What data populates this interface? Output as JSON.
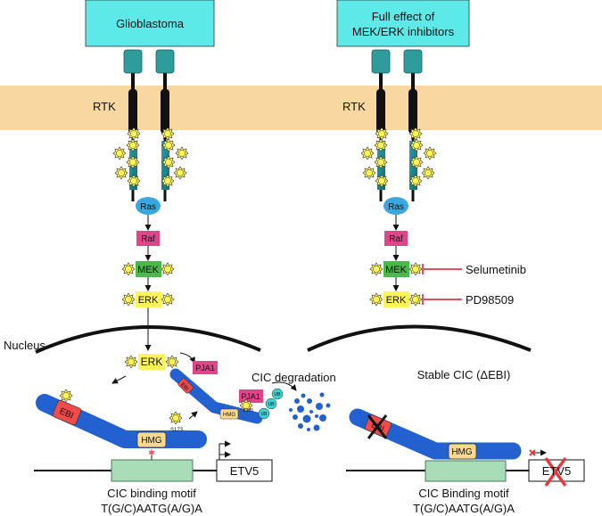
{
  "left_panel": {
    "title": "Glioblastoma",
    "rtk_label": "RTK",
    "phospho_label": "P",
    "ras": "Ras",
    "raf": "Raf",
    "mek": "MEK",
    "erk": "ERK",
    "nucleus_label": "Nucleus",
    "nuclear_erk": "ERK",
    "pja1": "PJA1",
    "ebi": "EBI",
    "hmg": "HMG",
    "site": "S173",
    "ub": "UB",
    "degradation_label": "CIC degradation",
    "gene": "ETV5",
    "motif_label": "CIC binding motif",
    "motif_sequence": "T(G/C)AATG(A/G)A"
  },
  "right_panel": {
    "title_line1": "Full effect of",
    "title_line2": "MEK/ERK inhibitors",
    "rtk_label": "RTK",
    "ras": "Ras",
    "raf": "Raf",
    "mek": "MEK",
    "erk": "ERK",
    "mek_inhibitor": "Selumetinib",
    "erk_inhibitor": "PD98509",
    "stable_label": "Stable CIC (ΔEBI)",
    "ebi": "EBI",
    "hmg": "HMG",
    "gene": "ETV5",
    "motif_label": "CIC Binding motif",
    "motif_sequence": "T(G/C)AATG(A/G)A"
  },
  "colors": {
    "title_box": "#5ee9e9",
    "membrane": "#f8d7a0",
    "receptor_head": "#2e9c9a",
    "ras": "#3aa8e0",
    "raf": "#e0458a",
    "mek": "#4cb84c",
    "erk": "#fff35a",
    "cic": "#2461d0",
    "ebi": "#ef4b4b",
    "hmg": "#fcd98c",
    "motif_box": "#a8dcb8",
    "inhibitor": "#e85060",
    "ub": "#3cd0d0"
  }
}
